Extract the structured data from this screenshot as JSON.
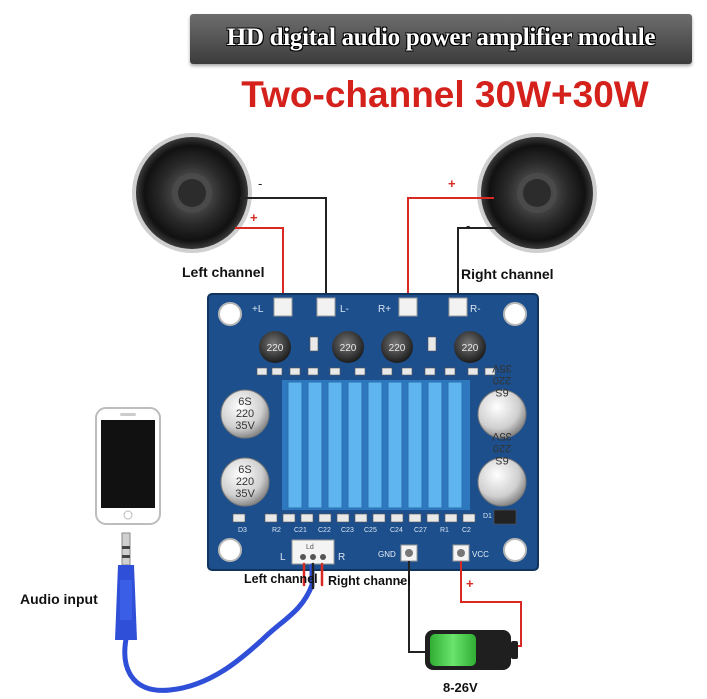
{
  "header": {
    "title": "HD digital audio power amplifier module",
    "subtitle": "Two-channel 30W+30W"
  },
  "labels": {
    "left_channel": "Left channel",
    "right_channel": "Right channel",
    "audio_input": "Audio input",
    "input_left": "Left channel",
    "input_right": "Right channel",
    "voltage": "8-26V"
  },
  "board": {
    "terminals": [
      "+L",
      "L-",
      "R+",
      "R-"
    ],
    "inductors": [
      "220",
      "220",
      "220",
      "220"
    ],
    "capacitor_left": [
      "6S",
      "220",
      "35V"
    ],
    "capacitor_right": [
      "6S",
      "220",
      "35V"
    ],
    "gnd": "GND",
    "vcc": "VCC",
    "d3": "D3",
    "d1": "D1",
    "input_marks": [
      "L",
      "R"
    ],
    "input_conn_label": "Ld",
    "parts_row": [
      "R2",
      "C21",
      "C22",
      "C23",
      "C25",
      "C24",
      "C27",
      "R1",
      "C2"
    ]
  },
  "polarity": {
    "minus": "-",
    "plus": "+"
  },
  "colors": {
    "title_red": "#d4211c",
    "board_blue": "#1d4f8c",
    "heatsink": "#4fa8e8",
    "wire_red": "#d82a22",
    "wire_black": "#222222",
    "battery_green": "#37c83a"
  }
}
